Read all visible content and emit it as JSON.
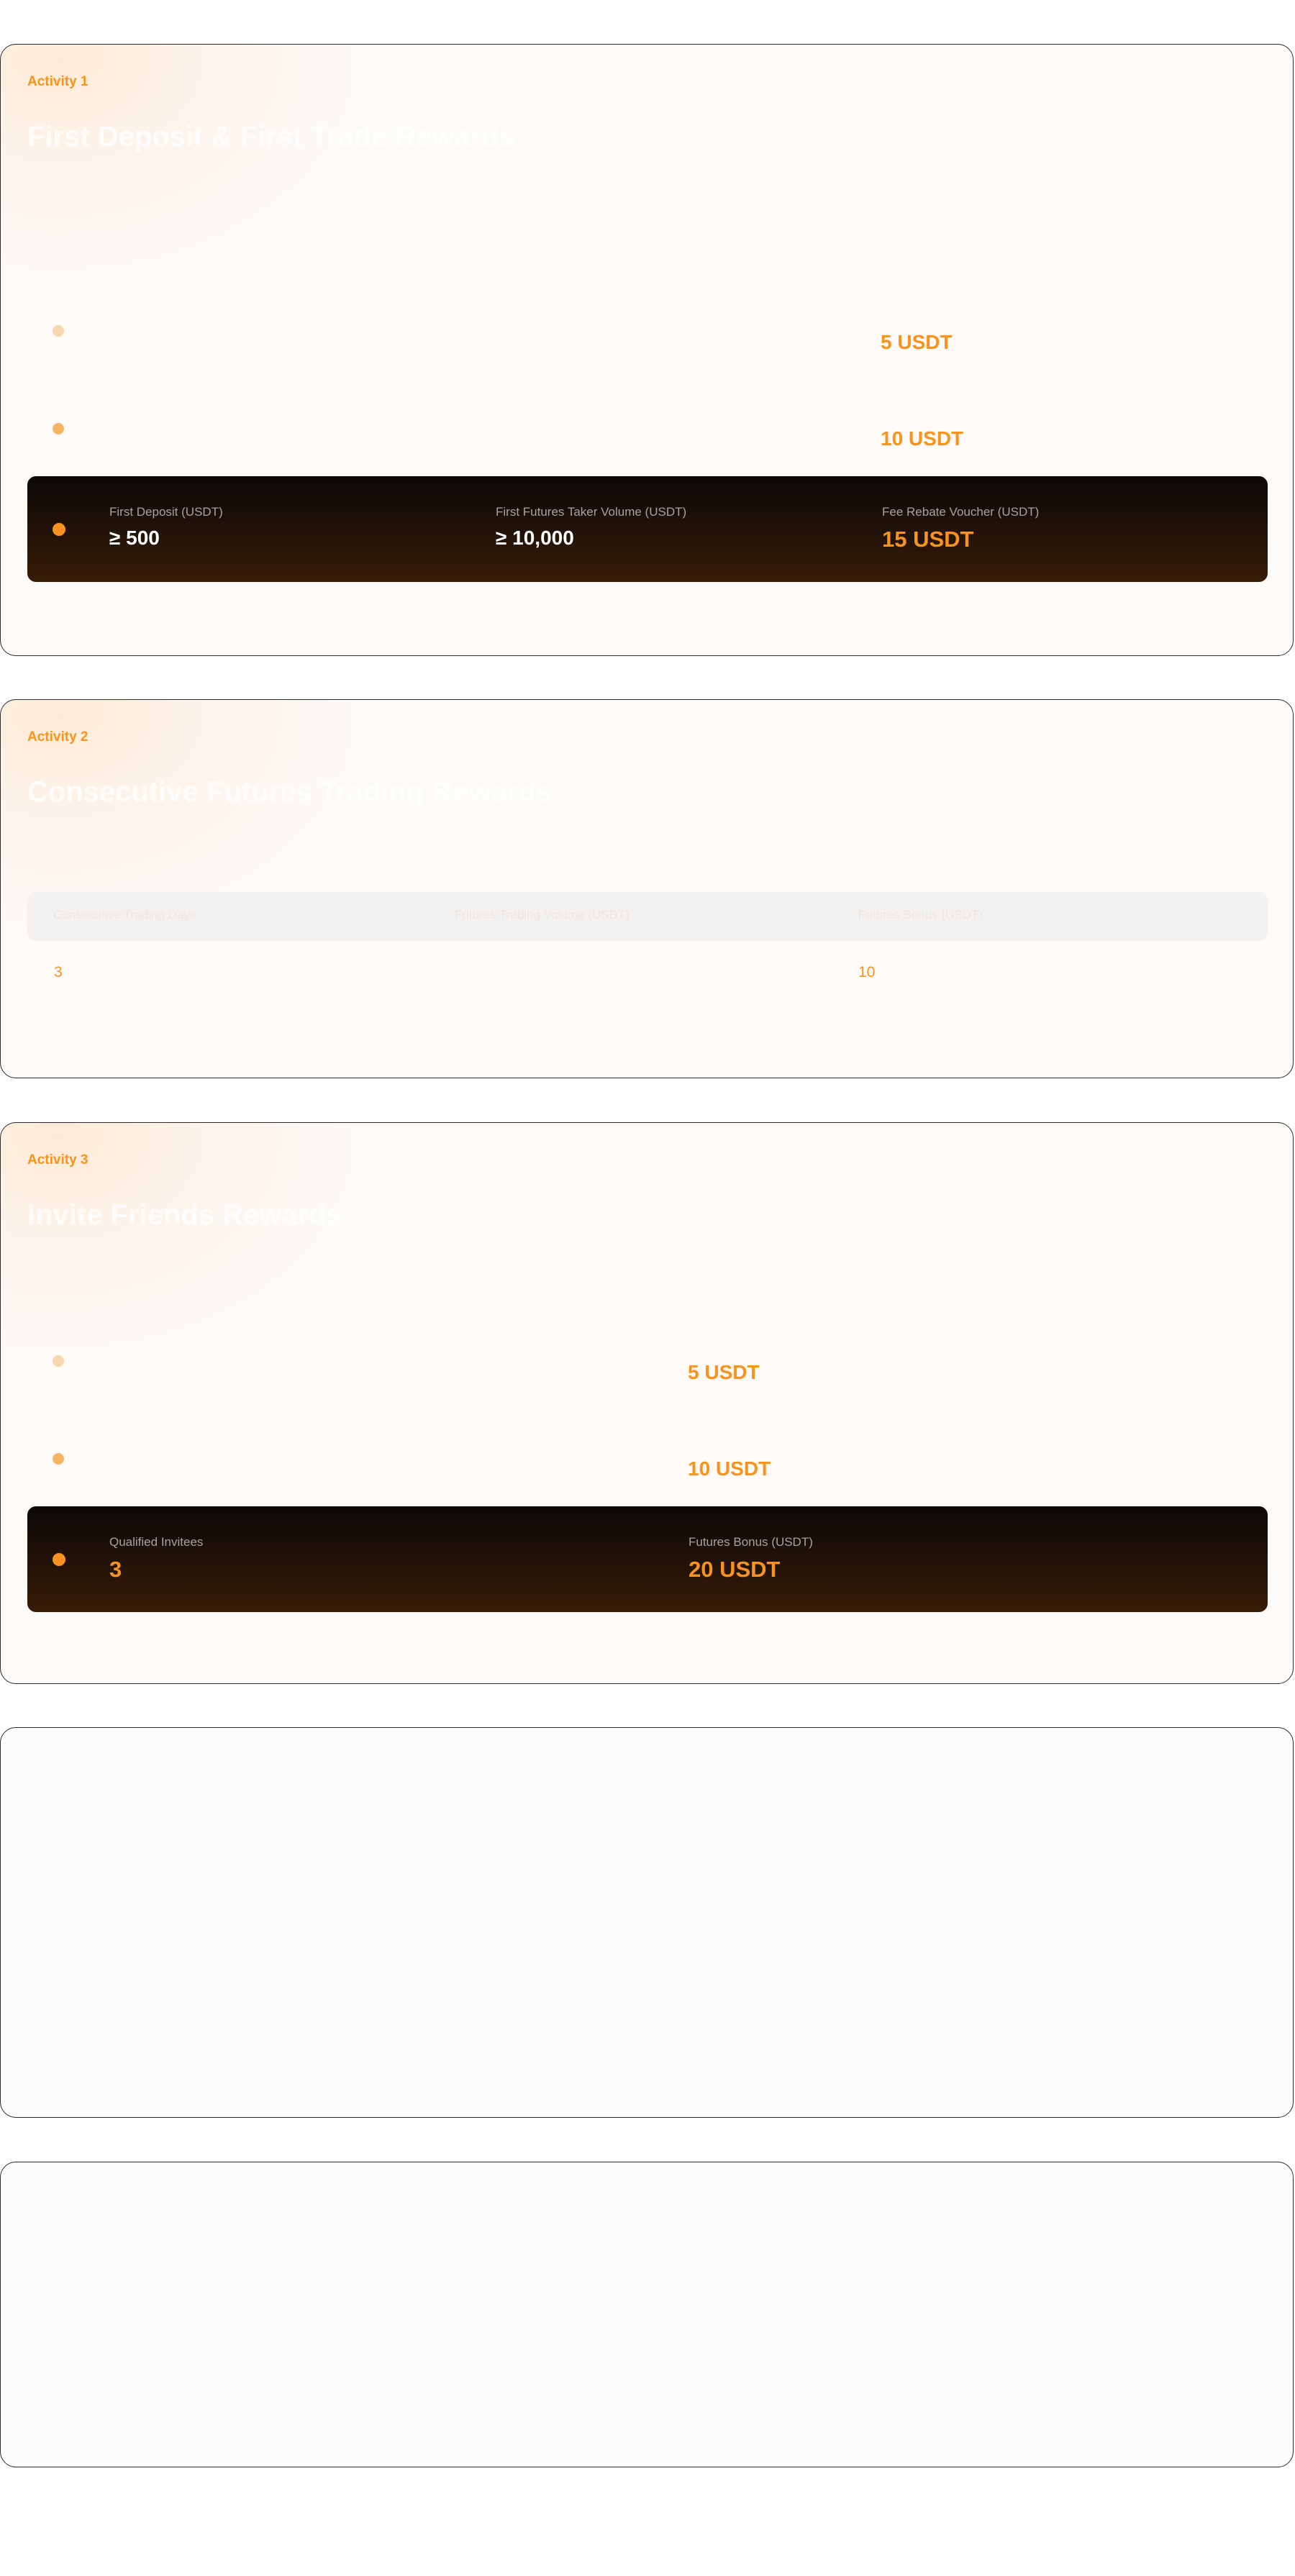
{
  "activities": [
    {
      "tag": "Activity 1",
      "title": "First Deposit & First Trade Rewards",
      "tiers": [
        {
          "reward": "5 USDT",
          "dot_color": "#f8d6ae"
        },
        {
          "reward": "10 USDT",
          "dot_color": "#f6b466"
        }
      ],
      "highlight": {
        "columns": [
          {
            "label": "First Deposit (USDT)",
            "value": "≥ 500"
          },
          {
            "label": "First Futures Taker Volume (USDT)",
            "value": "≥ 10,000"
          },
          {
            "label": "Fee Rebate Voucher (USDT)",
            "value": "15 USDT"
          }
        ]
      }
    },
    {
      "tag": "Activity 2",
      "title": "Consecutive Futures Trading Rewards",
      "table": {
        "headers": [
          "Consecutive Trading Days",
          "Futures Trading Volume (USDT)",
          "Futures Bonus (USDT)"
        ],
        "rows": [
          [
            "3",
            "",
            "10"
          ]
        ]
      }
    },
    {
      "tag": "Activity 3",
      "title": "Invite Friends Rewards",
      "tiers": [
        {
          "reward": "5 USDT",
          "dot_color": "#f8d6ae"
        },
        {
          "reward": "10 USDT",
          "dot_color": "#f6b466"
        }
      ],
      "highlight": {
        "columns": [
          {
            "label": "Qualified Invitees",
            "value": "3"
          },
          {
            "label": "Futures Bonus (USDT)",
            "value": "20 USDT"
          }
        ]
      }
    }
  ],
  "colors": {
    "accent": "#f7931e",
    "highlight_bg_top": "#0c0806",
    "highlight_bg_bottom": "#371c07",
    "card_bg": "#fdfaf7",
    "border": "#2a2a2a"
  }
}
